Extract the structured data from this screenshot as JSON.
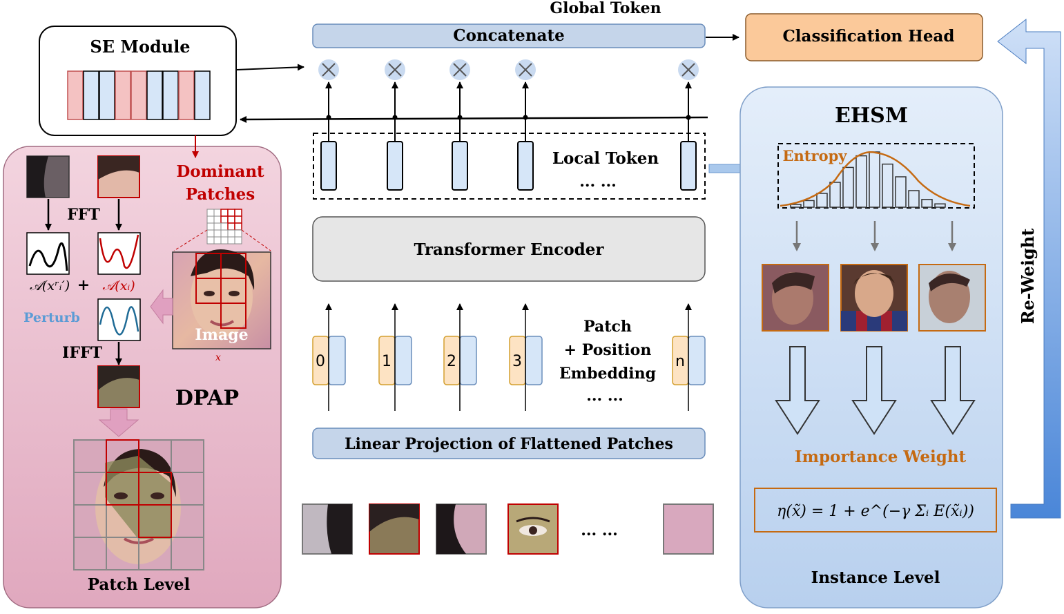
{
  "labels": {
    "global_token": "Global Token",
    "concatenate": "Concatenate",
    "classification_head": "Classification Head",
    "se_module": "SE Module",
    "local_token": "Local Token",
    "ellipsis": "... ...",
    "ehsm": "EHSM",
    "entropy": "Entropy",
    "transformer_encoder": "Transformer Encoder",
    "patch_embedding_1": "Patch",
    "patch_embedding_2": "+ Position",
    "patch_embedding_3": "Embedding",
    "linear_projection": "Linear Projection of Flattened Patches",
    "dominant_patches_1": "Dominant",
    "dominant_patches_2": "Patches",
    "fft": "FFT",
    "ifft": "IFFT",
    "perturb": "Perturb",
    "plus": "+",
    "amp_ref": "𝒜(xʳᵢ′)",
    "amp_x": "𝒜(xᵢ)",
    "image": "Image",
    "image_var": "x",
    "dpap": "DPAP",
    "patch_level": "Patch Level",
    "importance_weight": "Importance Weight",
    "formula": "η(x̃) = 1 + e^(−γ Σᵢ E(x̃ᵢ))",
    "instance_level": "Instance Level",
    "re_weight": "Re-Weight"
  },
  "token_indices": [
    "0",
    "1",
    "2",
    "3",
    "n"
  ],
  "colors": {
    "pink_panel": "#e8b4c8",
    "ehsm_panel": "#c9dcf3",
    "class_head": "#fbc99a",
    "token_blue": "#d6e6f8",
    "token_orange": "#fde3c3",
    "se_pink": "#f4c2c2",
    "accent_red": "#c00000",
    "entropy_orange": "#c56a12",
    "perturb_blue": "#5b9bd5"
  },
  "entropy_histogram": [
    0.05,
    0.12,
    0.25,
    0.45,
    0.72,
    0.93,
    1.0,
    0.78,
    0.55,
    0.3,
    0.14,
    0.06
  ]
}
